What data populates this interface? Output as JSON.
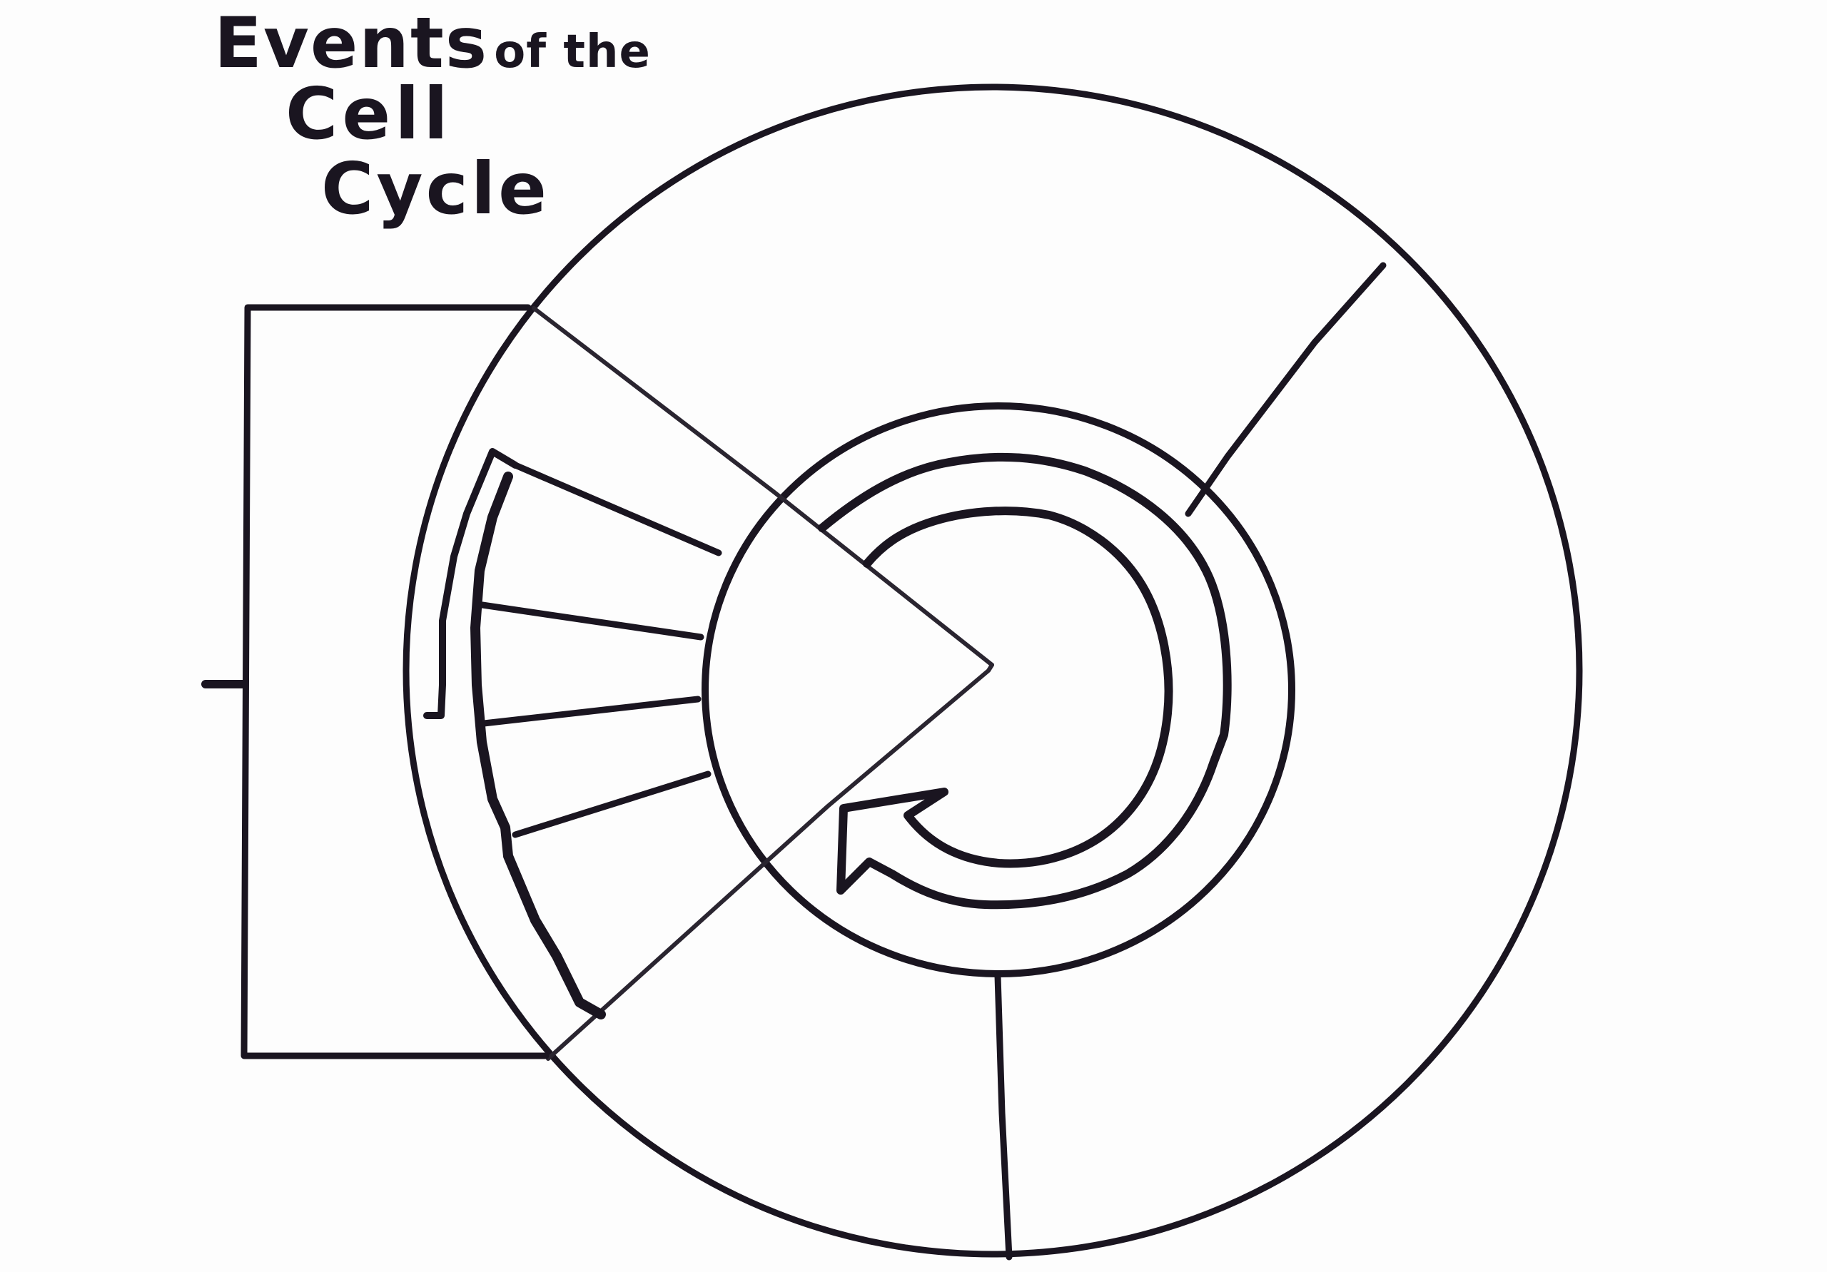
{
  "title": {
    "word1": "Events",
    "word2": "of the",
    "word3": "Cell",
    "word4": "Cycle",
    "full": "Events of the Cell Cycle"
  },
  "diagram": {
    "type": "blank cell-cycle worksheet diagram",
    "outer_ring": {
      "label": "",
      "segments": 4
    },
    "inner_circle": {
      "label": ""
    },
    "cycle_arrow": {
      "direction": "clockwise-return",
      "label": ""
    },
    "wedge": {
      "label": ""
    },
    "fan_boxes": {
      "count": 5,
      "labels": [
        "",
        "",
        "",
        "",
        ""
      ]
    },
    "bracket": {
      "label": ""
    }
  },
  "colors": {
    "ink": "#1a1520",
    "paper": "#fdfdfd"
  }
}
